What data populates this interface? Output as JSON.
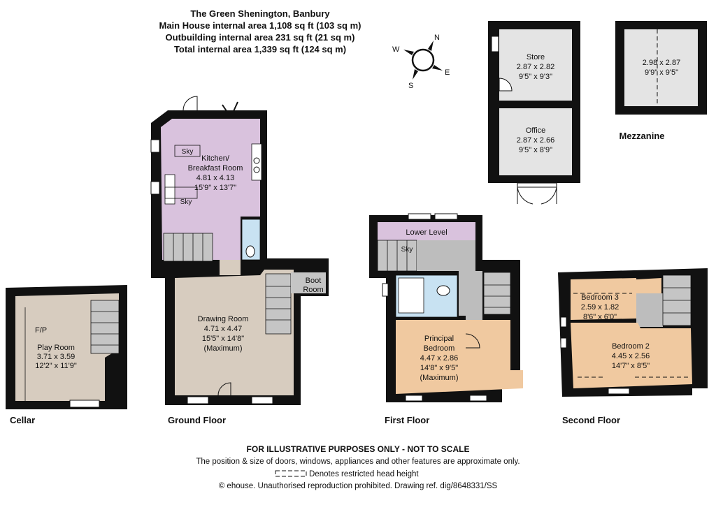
{
  "header": {
    "address": "The Green Shenington, Banbury",
    "main_area": "Main House internal area 1,108 sq ft (103 sq m)",
    "outbuilding_area": "Outbuilding internal area 231 sq ft (21 sq m)",
    "total_area": "Total internal area 1,339 sq ft (124 sq m)"
  },
  "compass": {
    "n": "N",
    "s": "S",
    "e": "E",
    "w": "W"
  },
  "floors": {
    "cellar": "Cellar",
    "ground": "Ground Floor",
    "first": "First Floor",
    "second": "Second Floor",
    "mezzanine": "Mezzanine"
  },
  "rooms": {
    "store": {
      "name": "Store",
      "metric": "2.87 x 2.82",
      "imperial": "9'5\" x 9'3\""
    },
    "office": {
      "name": "Office",
      "metric": "2.87 x 2.66",
      "imperial": "9'5\" x 8'9\""
    },
    "mezzanine": {
      "metric": "2.98 x 2.87",
      "imperial": "9'9\" x 9'5\""
    },
    "kitchen": {
      "name1": "Kitchen/",
      "name2": "Breakfast Room",
      "metric": "4.81 x 4.13",
      "imperial": "15'9\" x 13'7\""
    },
    "drawing": {
      "name": "Drawing Room",
      "metric": "4.71 x 4.47",
      "imperial": "15'5\" x 14'8\"",
      "note": "(Maximum)"
    },
    "boot": {
      "name1": "Boot",
      "name2": "Room"
    },
    "play": {
      "fp": "F/P",
      "name": "Play Room",
      "metric": "3.71 x 3.59",
      "imperial": "12'2\" x 11'9\""
    },
    "lower": {
      "name": "Lower Level"
    },
    "principal": {
      "name1": "Principal",
      "name2": "Bedroom",
      "metric": "4.47 x 2.86",
      "imperial": "14'8\" x 9'5\"",
      "note": "(Maximum)"
    },
    "bed3": {
      "name": "Bedroom 3",
      "metric": "2.59 x 1.82",
      "imperial": "8'6\" x 6'0\""
    },
    "bed2": {
      "name": "Bedroom 2",
      "metric": "4.45 x 2.56",
      "imperial": "14'7\" x 8'5\""
    }
  },
  "labels": {
    "sky": "Sky"
  },
  "footer": {
    "disclaimer": "FOR ILLUSTRATIVE PURPOSES ONLY - NOT TO SCALE",
    "approx": "The position & size of doors, windows, appliances and other features are approximate only.",
    "legend": "Denotes restricted head height",
    "copyright": "© ehouse. Unauthorised reproduction prohibited. Drawing ref. dig/8648331/SS"
  },
  "colors": {
    "wall": "#111111",
    "kitchen": "#d9c2dd",
    "drawing": "#d7ccbf",
    "bedroom": "#f0c9a0",
    "bath": "#c8e2f2",
    "landing": "#bdbdbd",
    "outbuilding": "#e4e4e4"
  }
}
